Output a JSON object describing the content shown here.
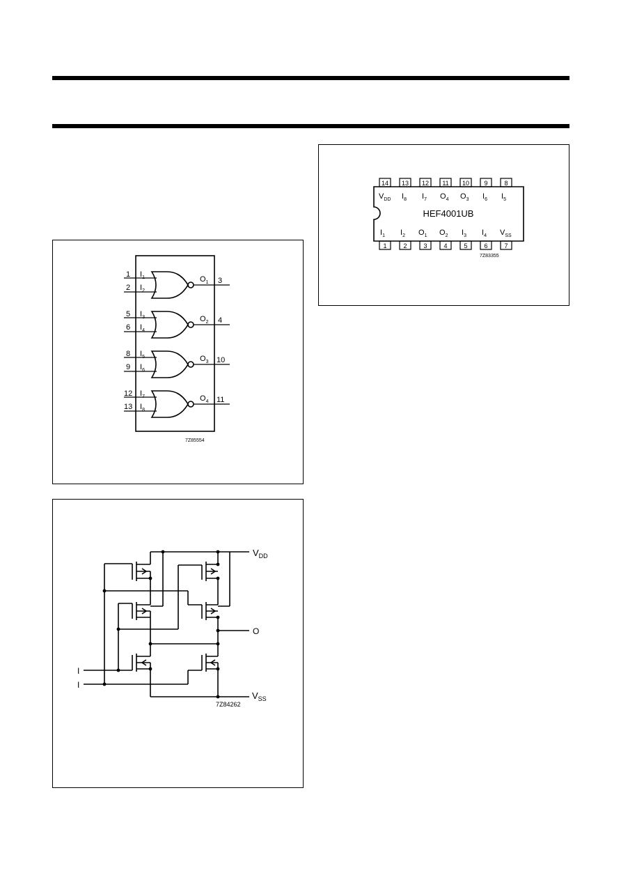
{
  "logic_diagram": {
    "gates": [
      {
        "in_a_pin": "1",
        "in_a_label": "I",
        "in_a_sub": "1",
        "in_b_pin": "2",
        "in_b_label": "I",
        "in_b_sub": "2",
        "out_label": "O",
        "out_sub": "1",
        "out_pin": "3"
      },
      {
        "in_a_pin": "5",
        "in_a_label": "I",
        "in_a_sub": "3",
        "in_b_pin": "6",
        "in_b_label": "I",
        "in_b_sub": "4",
        "out_label": "O",
        "out_sub": "2",
        "out_pin": "4"
      },
      {
        "in_a_pin": "8",
        "in_a_label": "I",
        "in_a_sub": "5",
        "in_b_pin": "9",
        "in_b_label": "I",
        "in_b_sub": "6",
        "out_label": "O",
        "out_sub": "3",
        "out_pin": "10"
      },
      {
        "in_a_pin": "12",
        "in_a_label": "I",
        "in_a_sub": "7",
        "in_b_pin": "13",
        "in_b_label": "I",
        "in_b_sub": "8",
        "out_label": "O",
        "out_sub": "4",
        "out_pin": "11"
      }
    ],
    "ref_code": "7Z85554"
  },
  "pinning": {
    "device": "HEF4001UB",
    "ref_code": "7Z83355",
    "top_pins": [
      {
        "num": "14",
        "label": "V",
        "sub": "DD"
      },
      {
        "num": "13",
        "label": "I",
        "sub": "8"
      },
      {
        "num": "12",
        "label": "I",
        "sub": "7"
      },
      {
        "num": "11",
        "label": "O",
        "sub": "4"
      },
      {
        "num": "10",
        "label": "O",
        "sub": "3"
      },
      {
        "num": "9",
        "label": "I",
        "sub": "6"
      },
      {
        "num": "8",
        "label": "I",
        "sub": "5"
      }
    ],
    "bottom_pins": [
      {
        "num": "1",
        "label": "I",
        "sub": "1"
      },
      {
        "num": "2",
        "label": "I",
        "sub": "2"
      },
      {
        "num": "3",
        "label": "O",
        "sub": "1"
      },
      {
        "num": "4",
        "label": "O",
        "sub": "2"
      },
      {
        "num": "5",
        "label": "I",
        "sub": "3"
      },
      {
        "num": "6",
        "label": "I",
        "sub": "4"
      },
      {
        "num": "7",
        "label": "V",
        "sub": "SS"
      }
    ]
  },
  "schematic": {
    "vdd_label": "V",
    "vdd_sub": "DD",
    "vss_label": "V",
    "vss_sub": "SS",
    "out_label": "O",
    "in1_label": "I",
    "in2_label": "I",
    "ref_code": "7Z84262"
  }
}
